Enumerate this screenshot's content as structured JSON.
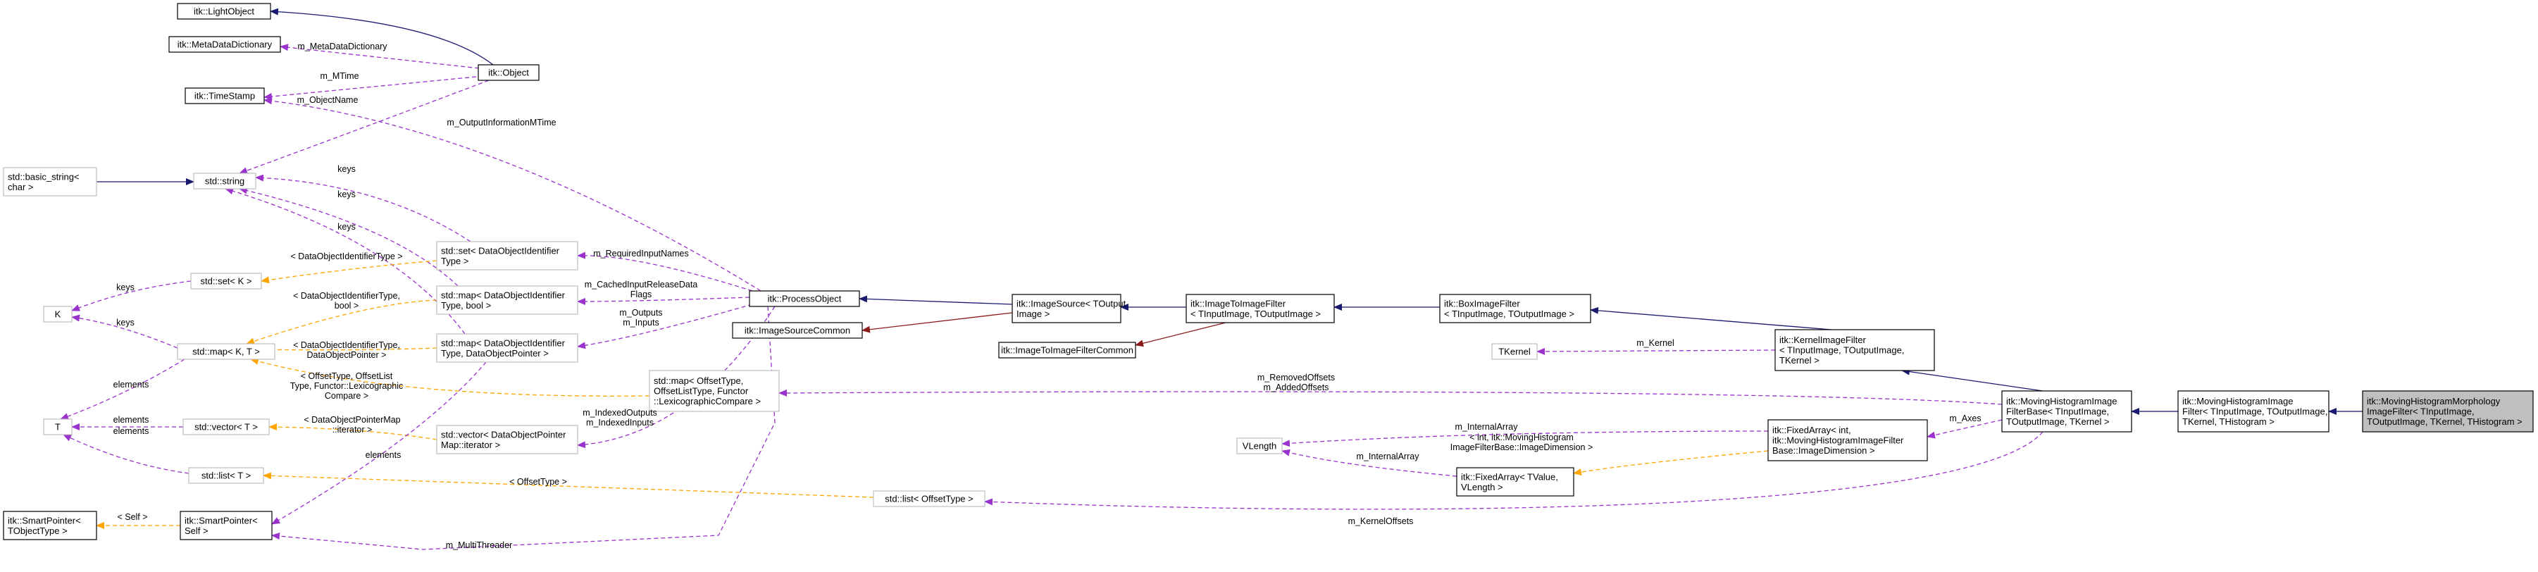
{
  "nodes": {
    "light_object": [
      "itk::LightObject"
    ],
    "meta_data_dictionary": [
      "itk::MetaDataDictionary"
    ],
    "time_stamp": [
      "itk::TimeStamp"
    ],
    "object": [
      "itk::Object"
    ],
    "basic_string": [
      "std::basic_string<",
      "char >"
    ],
    "string": [
      "std::string"
    ],
    "set_k": [
      "std::set< K >"
    ],
    "k": [
      "K"
    ],
    "map_kt": [
      "std::map< K, T >"
    ],
    "t": [
      "T"
    ],
    "vector_t": [
      "std::vector< T >"
    ],
    "list_t": [
      "std::list< T >"
    ],
    "smartpointer_tobject": [
      "itk::SmartPointer<",
      "TObjectType >"
    ],
    "smartpointer_self": [
      "itk::SmartPointer<",
      "Self >"
    ],
    "set_dataobjid": [
      "std::set< DataObjectIdentifier",
      "Type >"
    ],
    "map_dataobjid_bool": [
      "std::map< DataObjectIdentifier",
      "Type, bool >"
    ],
    "map_dataobjid_ptr": [
      "std::map< DataObjectIdentifier",
      "Type, DataObjectPointer >"
    ],
    "map_offsettype": [
      "std::map< OffsetType,",
      "OffsetListType, Functor",
      "::LexicographicCompare >"
    ],
    "vector_dataobjptr": [
      "std::vector< DataObjectPointer",
      "Map::iterator >"
    ],
    "process_object": [
      "itk::ProcessObject"
    ],
    "image_source_common": [
      "itk::ImageSourceCommon"
    ],
    "image_source": [
      "itk::ImageSource< TOutput",
      "Image >"
    ],
    "image_to_image_filter_common": [
      "itk::ImageToImageFilterCommon"
    ],
    "image_to_image_filter": [
      "itk::ImageToImageFilter",
      "< TInputImage, TOutputImage >"
    ],
    "box_image_filter": [
      "itk::BoxImageFilter",
      "< TInputImage, TOutputImage >"
    ],
    "tkernel": [
      "TKernel"
    ],
    "kernel_image_filter": [
      "itk::KernelImageFilter",
      "< TInputImage, TOutputImage,",
      "TKernel >"
    ],
    "list_offsettype": [
      "std::list< OffsetType >"
    ],
    "vlength": [
      "VLength"
    ],
    "fixedarray_tvalue": [
      "itk::FixedArray< TValue,",
      "VLength >"
    ],
    "fixedarray_int": [
      "itk::FixedArray< int,",
      "itk::MovingHistogramImageFilter",
      "Base::ImageDimension >"
    ],
    "moving_histogram_base": [
      "itk::MovingHistogramImage",
      "FilterBase< TInputImage,",
      "TOutputImage, TKernel >"
    ],
    "moving_histogram": [
      "itk::MovingHistogramImage",
      "Filter< TInputImage, TOutputImage,",
      "TKernel, THistogram >"
    ],
    "moving_histogram_morphology": [
      "itk::MovingHistogramMorphology",
      "ImageFilter< TInputImage,",
      "TOutputImage, TKernel, THistogram >"
    ]
  },
  "edge_labels": {
    "m_meta_data_dictionary": [
      "m_MetaDataDictionary"
    ],
    "m_mtime": [
      "m_MTime"
    ],
    "m_object_name": [
      "m_ObjectName"
    ],
    "m_output_information_mtime": [
      "m_OutputInformationMTime"
    ],
    "keys_string_1": [
      "keys"
    ],
    "keys_string_2": [
      "keys"
    ],
    "keys_string_3": [
      "keys"
    ],
    "dataobjid_type": [
      "< DataObjectIdentifierType >"
    ],
    "keys_set_k": [
      "keys"
    ],
    "keys_map_kt": [
      "keys"
    ],
    "dataobjid_bool": [
      "< DataObjectIdentifierType,",
      "bool >"
    ],
    "dataobjid_ptr": [
      "< DataObjectIdentifierType,",
      "DataObjectPointer >"
    ],
    "offset_compare": [
      "< OffsetType, OffsetList",
      "Type, Functor::Lexicographic",
      "Compare >"
    ],
    "elements_map": [
      "elements"
    ],
    "elements_vector": [
      "elements"
    ],
    "elements_list": [
      "elements"
    ],
    "dataobjptr_map_iterator": [
      "< DataObjectPointerMap",
      "::iterator >"
    ],
    "elements_smartpointer": [
      "elements"
    ],
    "self": [
      "< Self >"
    ],
    "m_required_input_names": [
      "m_RequiredInputNames"
    ],
    "m_cached_input_release": [
      "m_CachedInputReleaseData",
      "Flags"
    ],
    "m_outputs_inputs": [
      "m_Outputs",
      "m_Inputs"
    ],
    "m_indexed_outputs": [
      "m_IndexedOutputs",
      "m_IndexedInputs"
    ],
    "m_removed_offsets": [
      "m_RemovedOffsets",
      "m_AddedOffsets"
    ],
    "m_kernel": [
      "m_Kernel"
    ],
    "m_internal_array_1": [
      "m_InternalArray"
    ],
    "m_internal_array_2": [
      "m_InternalArray"
    ],
    "int_image_dimension": [
      "< int, itk::MovingHistogram",
      "ImageFilterBase::ImageDimension >"
    ],
    "m_axes": [
      "m_Axes"
    ],
    "offset_type": [
      "< OffsetType >"
    ],
    "m_kernel_offsets": [
      "m_KernelOffsets"
    ],
    "m_multi_threader": [
      "m_MultiThreader"
    ]
  },
  "colors": {
    "inheritance": "#191970",
    "usage": "#9a32cd",
    "template": "#ffa500",
    "protected": "#8b1a1a",
    "node_border": "#000000",
    "node_border_unlinked": "#bfbfbf",
    "focus_fill": "#bfbfbf"
  }
}
